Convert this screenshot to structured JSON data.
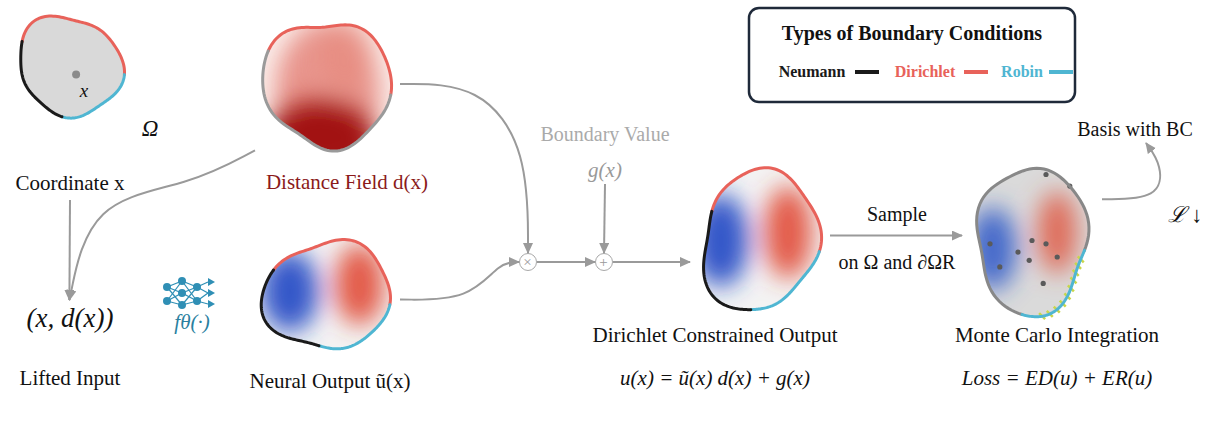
{
  "diagram": {
    "nodes": [
      {
        "text": [
          "Coordinate x"
        ]
      },
      {
        "text": [
          "Distance Field d(x)"
        ]
      },
      {
        "text": [
          "Neural Output ũ(x)"
        ]
      },
      {
        "text": [
          "(x, d(x))",
          "Lifted Input"
        ]
      },
      {
        "text": [
          "×"
        ]
      },
      {
        "text": [
          "Boundary Value",
          "g(x)"
        ]
      },
      {
        "text": [
          "+"
        ]
      },
      {
        "text": [
          "Dirichlet Constrained Output",
          "u(x) = ũ(x) d(x) + g(x)"
        ]
      },
      {
        "text": [
          "Monte Carlo Integration",
          "Loss = ED(u) + ER(u)"
        ]
      },
      {
        "text": [
          "Basis with BC"
        ]
      }
    ],
    "edges": [
      {
        "from": 0,
        "to": 3,
        "arrow": "to"
      },
      {
        "from": 1,
        "to": 3,
        "arrow": "to"
      },
      {
        "from": 1,
        "to": 4,
        "arrow": "to"
      },
      {
        "from": 2,
        "to": 4,
        "arrow": "to"
      },
      {
        "from": 4,
        "to": 6,
        "arrow": "to"
      },
      {
        "from": 5,
        "to": 6,
        "arrow": "to"
      },
      {
        "from": 6,
        "to": 7,
        "arrow": "to"
      },
      {
        "from": 7,
        "to": 8,
        "label": "Sample",
        "arrow": "to"
      },
      {
        "from": 8,
        "to": 9,
        "label": "ℒ ↓",
        "arrow": "to"
      }
    ],
    "labels": [
      "x",
      "Ω",
      "fθ(·)",
      "on Ω and ∂ΩR",
      "Types of Boundary Conditions"
    ],
    "legend": [
      {
        "text": "Neumann",
        "color": "#1a1a1a"
      },
      {
        "text": "Dirichlet",
        "color": "#e8625a"
      },
      {
        "text": "Robin",
        "color": "#4fb6d2"
      }
    ]
  }
}
